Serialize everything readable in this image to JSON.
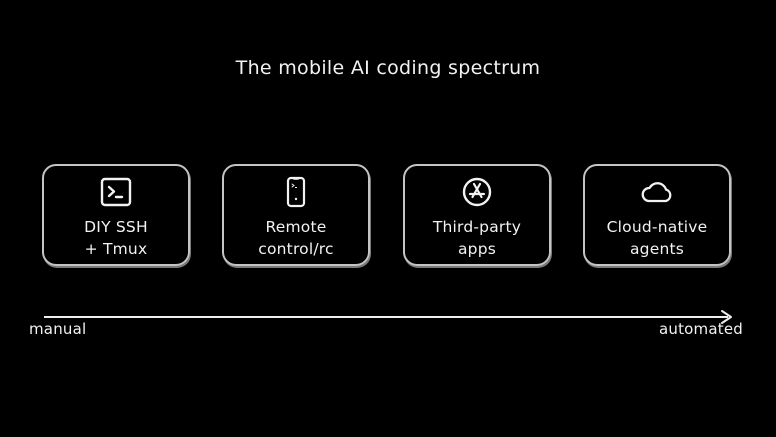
{
  "title": "The mobile AI coding spectrum",
  "cards": [
    {
      "icon": "terminal-icon",
      "line1": "DIY SSH",
      "line2": "+ Tmux"
    },
    {
      "icon": "phone-terminal-icon",
      "line1": "Remote",
      "line2": "control/rc"
    },
    {
      "icon": "app-store-icon",
      "line1": "Third-party",
      "line2": "apps"
    },
    {
      "icon": "cloud-icon",
      "line1": "Cloud-native",
      "line2": "agents"
    }
  ],
  "axis": {
    "start_label": "manual",
    "end_label": "automated"
  },
  "colors": {
    "background": "#000000",
    "foreground": "#f2f2f2",
    "card_border": "#c4c4c4"
  }
}
